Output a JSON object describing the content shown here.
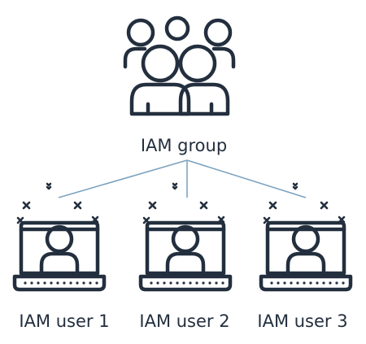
{
  "group": {
    "label": "IAM group",
    "icon": "user-group-icon"
  },
  "users": [
    {
      "label": "IAM user 1",
      "icon": "user-laptop-icon"
    },
    {
      "label": "IAM user 2",
      "icon": "user-laptop-icon"
    },
    {
      "label": "IAM user 3",
      "icon": "user-laptop-icon"
    }
  ],
  "colors": {
    "icon_stroke": "#232f3e",
    "connector": "#7da3bf",
    "text": "#232f3e"
  }
}
